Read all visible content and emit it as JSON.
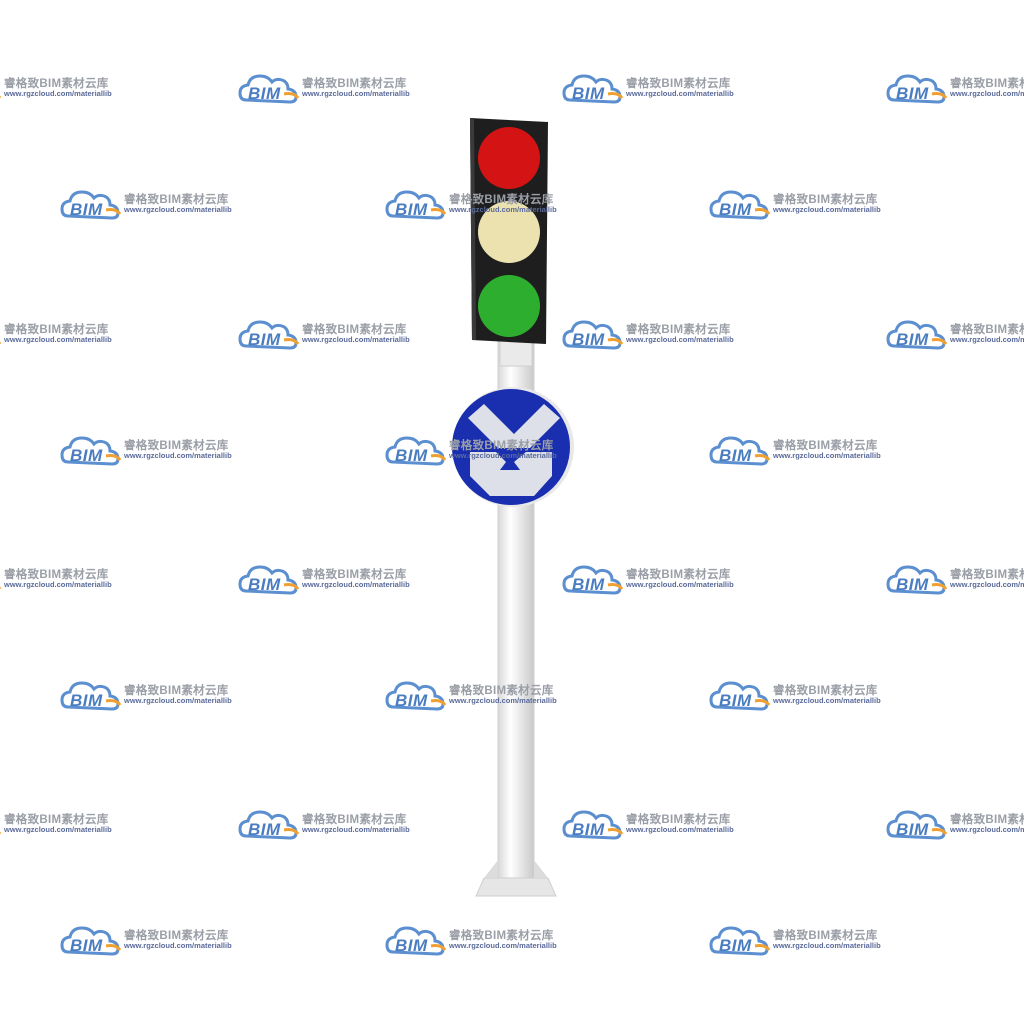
{
  "watermark": {
    "logo_text": "BIM",
    "brand_text": "睿格致BIM素材云库",
    "url_text": "www.rgzcloud.com/materiallib",
    "colors": {
      "cloud": "#5b8fd0",
      "accent": "#f0a030",
      "text": "#9a9ea6"
    }
  },
  "traffic_light": {
    "lamps": [
      {
        "name": "red",
        "color": "#d41414"
      },
      {
        "name": "yellow",
        "color": "#ece2b0"
      },
      {
        "name": "green",
        "color": "#2eae2e"
      }
    ],
    "housing_color": "#1e1e1e"
  },
  "sign": {
    "background": "#1a2fb0",
    "symbol_color": "#dde0e8"
  },
  "pole": {
    "color": "#f4f4f4"
  },
  "icons": [
    "cloud-icon",
    "traffic-light-icon",
    "road-sign-icon"
  ]
}
